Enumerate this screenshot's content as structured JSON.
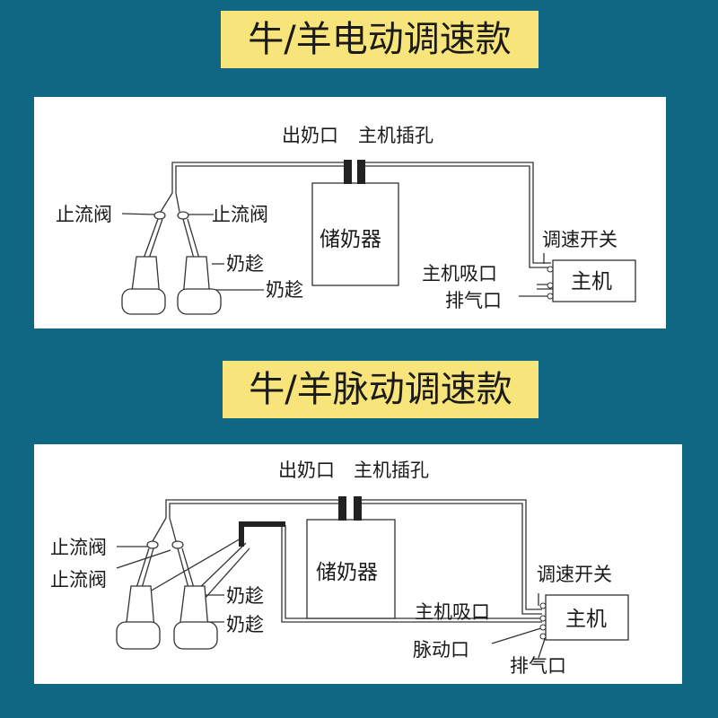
{
  "banner_top": "牛/羊电动调速款",
  "banner_bottom": "牛/羊脉动调速款",
  "diagram_top": {
    "milk_outlet": "出奶口",
    "host_socket": "主机插孔",
    "flow_valve_left": "止流阀",
    "flow_valve_right": "止流阀",
    "storage": "储奶器",
    "speed_switch": "调速开关",
    "teat_cup_1": "奶趁",
    "teat_cup_2": "奶趁",
    "host_suction": "主机吸口",
    "host": "主机",
    "exhaust": "排气口"
  },
  "diagram_bottom": {
    "milk_outlet": "出奶口",
    "host_socket": "主机插孔",
    "flow_valve_1": "止流阀",
    "flow_valve_2": "止流阀",
    "storage": "储奶器",
    "speed_switch": "调速开关",
    "teat_cup_1": "奶趁",
    "teat_cup_2": "奶趁",
    "host_suction": "主机吸口",
    "host": "主机",
    "pulse_port": "脉动口",
    "exhaust": "排气口"
  }
}
